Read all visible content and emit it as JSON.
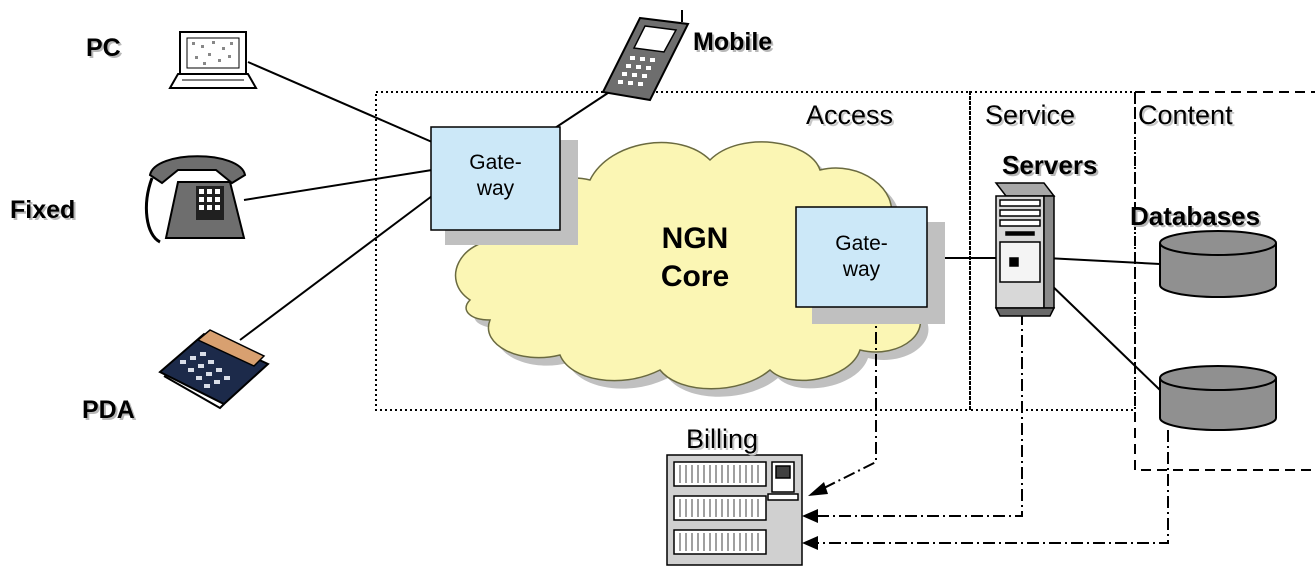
{
  "devices": {
    "pc": "PC",
    "mobile": "Mobile",
    "fixed": "Fixed",
    "pda": "PDA"
  },
  "regions": {
    "access": "Access",
    "service": "Service",
    "content": "Content"
  },
  "core": {
    "line1": "NGN",
    "line2": "Core"
  },
  "gateway_left": {
    "line1": "Gate-",
    "line2": "way"
  },
  "gateway_right": {
    "line1": "Gate-",
    "line2": "way"
  },
  "servers": "Servers",
  "databases": "Databases",
  "billing": "Billing",
  "colors": {
    "gateway_fill": "#cce8f8",
    "cloud_fill": "#fbf6b4",
    "shadow": "#c0c0c0",
    "database_fill": "#909090"
  }
}
